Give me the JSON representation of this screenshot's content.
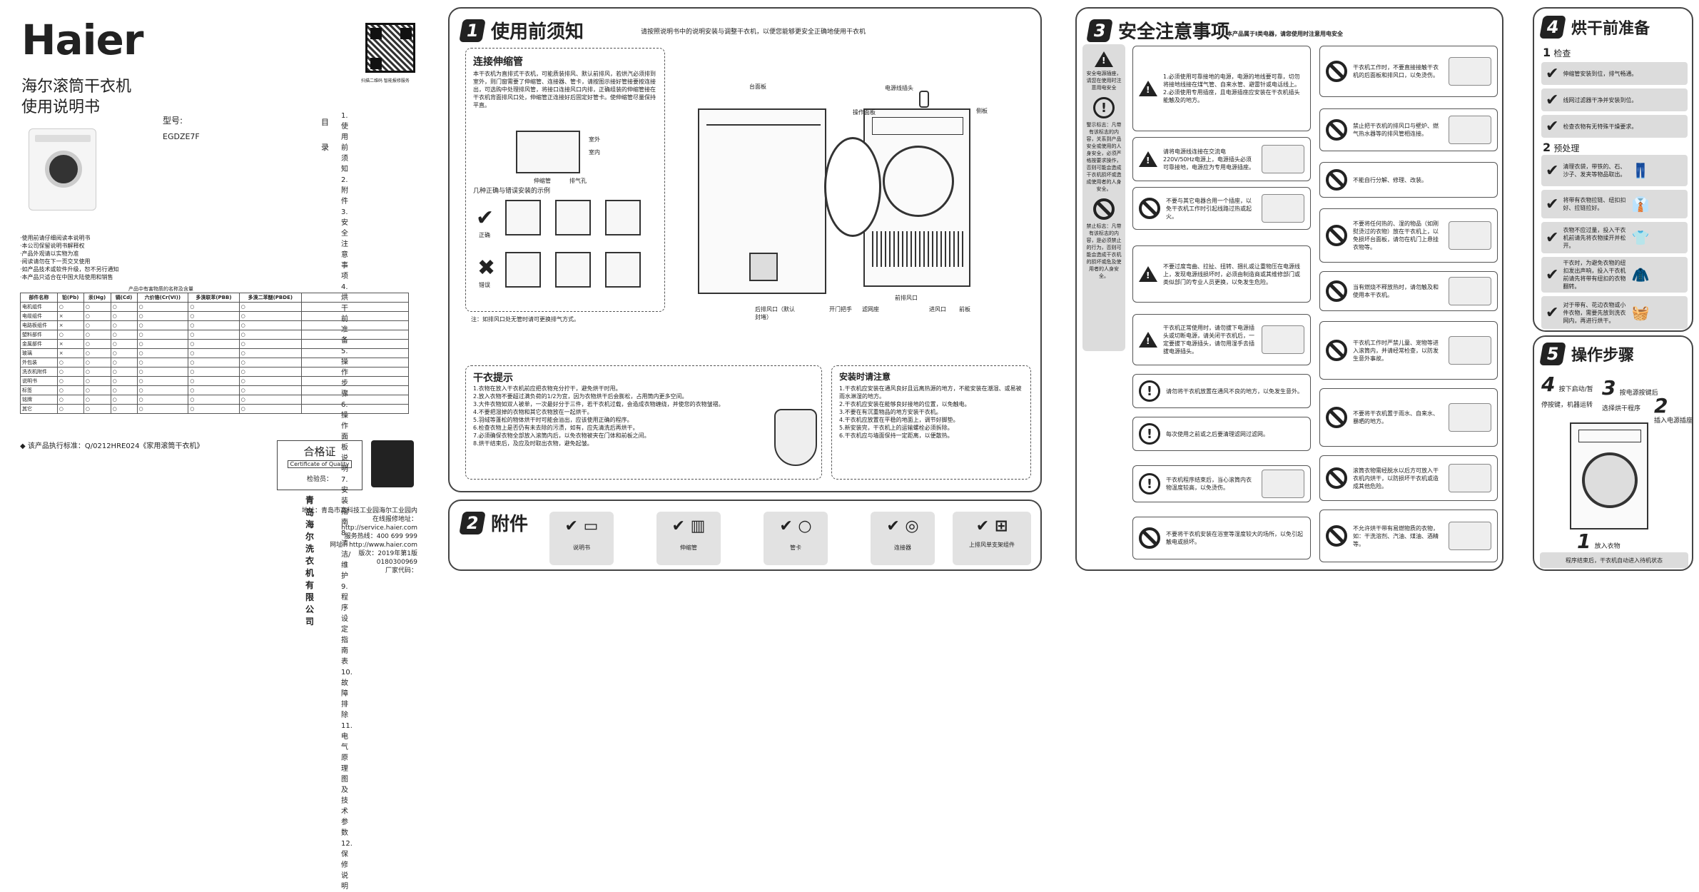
{
  "cover": {
    "brand": "Haier",
    "product_title": "海尔滚筒干衣机",
    "manual_title": "使用说明书",
    "model_label": "型号:",
    "model_value": "EGDZE7F",
    "qr_caption": "扫描二维码 智能报修服务",
    "toc_label_1": "目",
    "toc_label_2": "录",
    "toc": [
      "1.使用前须知",
      "2.附件",
      "3.安全注意事项",
      "4.烘干前准备",
      "5.操作步骤",
      "6.操作面板说明",
      "7.安装指南",
      "8.清洁/维护",
      "9.程序设定指南表",
      "10.故障排除",
      "11.电气原理图及技术参数",
      "12.保修说明"
    ],
    "notes": [
      "·使用前请仔细阅读本说明书",
      "·本公司保留说明书解释权",
      "·产品外观请以实物为准",
      "·阅读请勿在下一页交叉使用",
      "·如产品技术或软件升级，恕不另行通知",
      "·本产品只适合在中国大陆使用和销售"
    ],
    "table_title": "产品中有害物质的名称及含量",
    "table_headers": [
      "部件名称",
      "铅(Pb)",
      "汞(Hg)",
      "镉(Cd)",
      "六价铬(Cr(VI))",
      "多溴联苯(PBB)",
      "多溴二苯醚(PBDE)"
    ],
    "table_rows": [
      "电机组件",
      "电缆组件",
      "电路板组件",
      "塑料部件",
      "金属部件",
      "玻璃",
      "外包装",
      "洗衣机附件",
      "说明书",
      "标签",
      "铭牌",
      "其它"
    ],
    "standard": "◆ 该产品执行标准：Q/0212HRE024《家用滚筒干衣机》",
    "cert_title": "合格证",
    "cert_en": "Certificate of Quality",
    "cert_check": "检验员：",
    "company": "青岛海尔洗衣机有限公司",
    "address": "地址：青岛市高科技工业园海尔工业园内",
    "service_site": "在线报修地址：http://service.haier.com",
    "hotline": "服务热线：400 699 999",
    "website": "网址：http://www.haier.com",
    "version": "版次：2019年第1版",
    "code": "0180300969",
    "factory": "厂家代码："
  },
  "sec1": {
    "num": "1",
    "title": "使用前须知",
    "subtitle": "请按照说明书中的说明安装与调整干衣机，以便您能够更安全正确地使用干衣机",
    "connect_title": "连接伸缩管",
    "connect_text": "本干衣机为直排式干衣机，可能质装排风、默认前排风，若烘汽必须排到室外，则门窗需要了伸缩管、连接器、管卡，请按图示接好管接要按连接出，可选购中处理排风管，将接口连接风口内排，正确组装的伸缩管接在干衣机背面排风口处，伸缩管正连接好后固定好管卡。使伸缩管尽量保持平直。",
    "label_indoor": "室内",
    "label_outdoor": "室外",
    "label_hose": "伸缩管",
    "label_vent": "排气孔",
    "wrong_title": "几种正确与错误安装的示例",
    "label_correct": "正确",
    "label_wrong": "错误",
    "note_prefix": "注：",
    "note_text": "如排风口处无管时请可更换排气方式。",
    "lbl_top": "台面板",
    "lbl_power": "电源线插头",
    "lbl_panel": "操作面板",
    "lbl_side": "侧板",
    "lbl_exhaust": "后排风口（默认封堵）",
    "lbl_handle": "开门把手",
    "lbl_filter": "滤网座",
    "lbl_front_vent": "前排风口",
    "lbl_air_in": "进风口",
    "lbl_front": "前板",
    "tips_title": "干衣提示",
    "tips": [
      "1.衣物在放入干衣机前应把衣物充分拧干，避免烘干时甩。",
      "2.放入衣物不要超过满负荷的1/2为宜，因为衣物烘干后会膨松，占用筒内更多空间。",
      "3.大件衣物如双人被单，一次最好分于三件，若干衣机过载，会造成衣物缠绕，并使您的衣物皱褶。",
      "4.不要把湿掉的衣物和其它衣物放在一起烘干。",
      "5.羽绒等蓬松的物体烘干时可能会溢出，应该使用正确的程序。",
      "6.检查衣物上是否仍有未去除的污渍，如有，应先清洗后再烘干。",
      "7.必须确保衣物全部放入滚筒内后，以免衣物被夹在门体和前板之间。",
      "8.烘干结束后，及应及时取出衣物，避免起皱。"
    ],
    "install_title": "安装时请注意",
    "install": [
      "1.干衣机应安装在通风良好且远离热源的地方，不能安装在潮湿、或易被雨水淋湿的地方。",
      "2.干衣机应安装在能够良好接地的位置，以免触电。",
      "3.不要在有沉重物品的地方安装干衣机。",
      "4.干衣机应放置在平稳的地面上，调节好脚垫。",
      "5.新安装完，干衣机上的运输螺栓必须拆除。",
      "6.干衣机应与墙面保持一定距离，以便散热。"
    ]
  },
  "sec2": {
    "num": "2",
    "title": "附件",
    "items": [
      "说明书",
      "伸缩管",
      "管卡",
      "连接器",
      "上排风单支架组件"
    ]
  },
  "sec3": {
    "num": "3",
    "title": "安全注意事项",
    "subtitle": "本产品属于I类电器，请您使用时注意用电安全",
    "side": [
      "安全电源插座，请您在使用时注意用电安全",
      "警示标志：凡带有该标志的内容，关系到产品安全或使用的人身安全，必须严格按要求操作，否则可能会造成干衣机损坏或造成使用者的人身安全。",
      "禁止标志：凡带有该标志的内容，是必须禁止的行为，否则可能会造成干衣机的损坏或危及使用者的人身安全。"
    ],
    "left": [
      "1.必须使用可靠接地的电源，电源的地线要可靠，切勿将接地线接在煤气管、自来水管、避雷针或电话线上。2.必须使用专用插座，且电源插座应安装在干衣机插头能触及的地方。",
      "请将电源线连接在交流电220V/50Hz电源上，电源插头必须可靠接地，电源应为专用电源插座。",
      "不要与其它电器合用一个插座，以免干衣机工作时引起线路过热或起火。",
      "不要过度弯曲、拉扯、扭转、捆扎或让重物压在电源线上，发现电源线损坏时，必须由制造商或其维修部门或类似部门的专业人员更换，以免发生危险。",
      "干衣机正常使用时，请勿拔下电源插头或切断电源，请关闭干衣机后，一定要拔下电源插头，请勿用湿手去插拔电源插头。",
      "请勿将干衣机放置在通风不良的地方，以免发生意外。",
      "每次使用之前或之后要清理滤网过滤网。",
      "干衣机程序结束后，当心滚筒内衣物温度较高，以免烫伤。",
      "不要将干衣机安装在浴室等湿度较大的场所，以免引起触电或损坏。"
    ],
    "right": [
      "干衣机工作时，不要直接接触干衣机的后面板和排风口，以免烫伤。",
      "禁止把干衣机的排风口与壁炉、燃气热水器等的排风管相连接。",
      "不能自行分解、修理、改装。",
      "不要将任何热的、湿的物品（如刚熨烫过的衣物）放在干衣机上，以免损坏台面板，请勿在机门上悬挂衣物等。",
      "当有燃烧不释放热时，请勿触及和使用本干衣机。",
      "干衣机工作时严禁儿童、宠物等进入滚筒内，并请经常检查，以防发生意外事故。",
      "不要将干衣机置于雨水、自来水、暴晒的地方。",
      "滚筒衣物需经脱水以后方可放入干衣机内烘干，以防损坏干衣机或造成其他危险。",
      "不允许烘干带有易燃物质的衣物，如：干洗溶剂、汽油、煤油、酒精等。"
    ]
  },
  "sec4": {
    "num": "4",
    "title": "烘干前准备",
    "step1": "1",
    "step1_label": "检查",
    "checks": [
      "伸缩管安装到位，排气畅通。",
      "线网过滤器干净并安装到位。",
      "检查衣物有无特殊干燥要求。"
    ],
    "step2": "2",
    "step2_label": "预处理",
    "pre": [
      "清理衣袋，带铁的、石、沙子、发夹等物品取出。",
      "将带有衣物拉链、纽扣扣好、拉链拉好。",
      "衣物不应过量，投入干衣机前请先将衣物揉开并松开。",
      "干衣时，为避免衣物的纽扣发出声响，投入干衣机前请先将带有纽扣的衣物翻转。",
      "对于带有、花边衣物或小件衣物，需要先放到洗衣网内，再进行烘干。"
    ]
  },
  "sec5": {
    "num": "5",
    "title": "操作步骤",
    "s1": "放入衣物",
    "s2": "插入电源插座",
    "s3": "按电源按键后选择烘干程序",
    "s4": "按下启动/暂停按键，机器运转",
    "n1": "1",
    "n2": "2",
    "n3": "3",
    "n4": "4",
    "footer": "程序结束后，干衣机自动进入待机状态"
  }
}
